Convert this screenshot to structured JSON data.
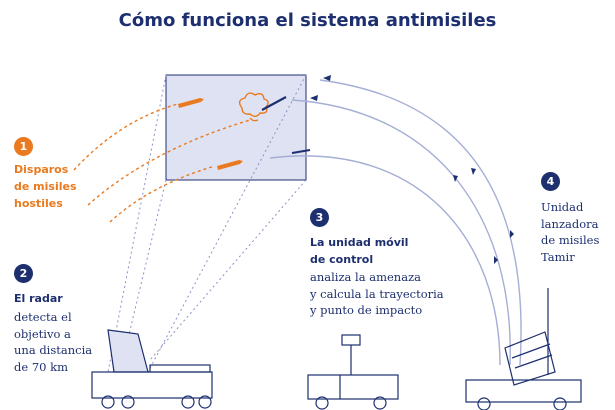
{
  "title": "Cómo funciona el sistema antimisiles",
  "colors": {
    "navy": "#1d2f6f",
    "orange": "#e97a1f",
    "panel": "#dfe2f2",
    "line": "#a5aed4"
  },
  "steps": [
    {
      "number": "1",
      "heading_lines": [
        "Disparos",
        "de misiles",
        "hostiles"
      ],
      "body_lines": []
    },
    {
      "number": "2",
      "heading_lines": [
        "El radar"
      ],
      "body_lines": [
        "detecta el",
        "objetivo a",
        "una distancia",
        "de 70 km"
      ]
    },
    {
      "number": "3",
      "heading_lines": [
        "La unidad móvil",
        "de control"
      ],
      "body_lines": [
        "analiza la amenaza",
        "y calcula la trayectoria",
        "y punto de impacto"
      ]
    },
    {
      "number": "4",
      "heading_lines": [],
      "body_lines": [
        "Unidad",
        "lanzadora",
        "de misiles",
        "Tamir"
      ]
    }
  ],
  "icons": [
    "radar-truck-icon",
    "control-unit-truck-icon",
    "launcher-truck-icon",
    "hostile-missile-icon",
    "interceptor-missile-icon",
    "explosion-icon"
  ]
}
